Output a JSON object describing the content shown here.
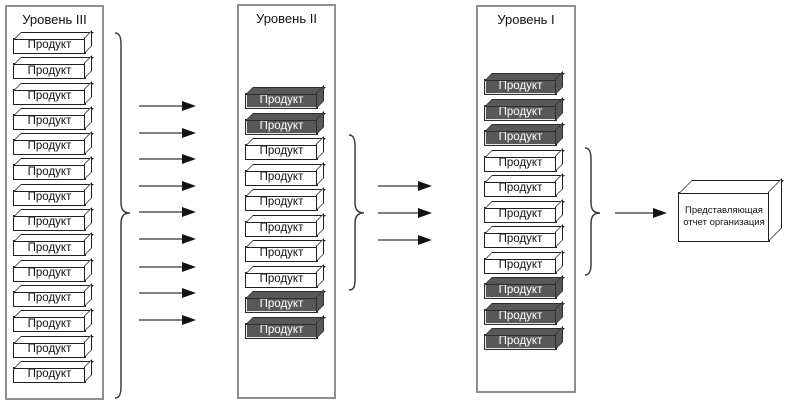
{
  "diagram": {
    "columns": [
      {
        "id": "level-3",
        "title": "Уровень III",
        "boxes": [
          {
            "label": "Продукт",
            "variant": "light"
          },
          {
            "label": "Продукт",
            "variant": "light"
          },
          {
            "label": "Продукт",
            "variant": "light"
          },
          {
            "label": "Продукт",
            "variant": "light"
          },
          {
            "label": "Продукт",
            "variant": "light"
          },
          {
            "label": "Продукт",
            "variant": "light"
          },
          {
            "label": "Продукт",
            "variant": "light"
          },
          {
            "label": "Продукт",
            "variant": "light"
          },
          {
            "label": "Продукт",
            "variant": "light"
          },
          {
            "label": "Продукт",
            "variant": "light"
          },
          {
            "label": "Продукт",
            "variant": "light"
          },
          {
            "label": "Продукт",
            "variant": "light"
          },
          {
            "label": "Продукт",
            "variant": "light"
          },
          {
            "label": "Продукт",
            "variant": "light"
          }
        ]
      },
      {
        "id": "level-2",
        "title": "Уровень II",
        "boxes": [
          {
            "label": "Продукт",
            "variant": "dark"
          },
          {
            "label": "Продукт",
            "variant": "dark"
          },
          {
            "label": "Продукт",
            "variant": "light"
          },
          {
            "label": "Продукт",
            "variant": "light"
          },
          {
            "label": "Продукт",
            "variant": "light"
          },
          {
            "label": "Продукт",
            "variant": "light"
          },
          {
            "label": "Продукт",
            "variant": "light"
          },
          {
            "label": "Продукт",
            "variant": "light"
          },
          {
            "label": "Продукт",
            "variant": "dark"
          },
          {
            "label": "Продукт",
            "variant": "dark"
          }
        ]
      },
      {
        "id": "level-1",
        "title": "Уровень I",
        "boxes": [
          {
            "label": "Продукт",
            "variant": "dark"
          },
          {
            "label": "Продукт",
            "variant": "dark"
          },
          {
            "label": "Продукт",
            "variant": "dark"
          },
          {
            "label": "Продукт",
            "variant": "light"
          },
          {
            "label": "Продукт",
            "variant": "light"
          },
          {
            "label": "Продукт",
            "variant": "light"
          },
          {
            "label": "Продукт",
            "variant": "light"
          },
          {
            "label": "Продукт",
            "variant": "light"
          },
          {
            "label": "Продукт",
            "variant": "dark"
          },
          {
            "label": "Продукт",
            "variant": "dark"
          },
          {
            "label": "Продукт",
            "variant": "dark"
          }
        ]
      }
    ],
    "output": {
      "label": "Представляющая отчет организация"
    },
    "connectors": {
      "stage1_arrow_count": 9,
      "stage2_arrow_count": 3,
      "stage3_arrow_count": 1,
      "brace_count": 3
    },
    "colors": {
      "dark_box": "#585858",
      "light_box": "#ffffff",
      "box_border": "#1f1f1f",
      "panel_border": "#8f8f8f",
      "arrow_shaft": "#828282",
      "arrow_head": "#141414",
      "brace": "#3d3d3d",
      "text_on_dark": "#ffffff",
      "text": "#111111"
    }
  }
}
